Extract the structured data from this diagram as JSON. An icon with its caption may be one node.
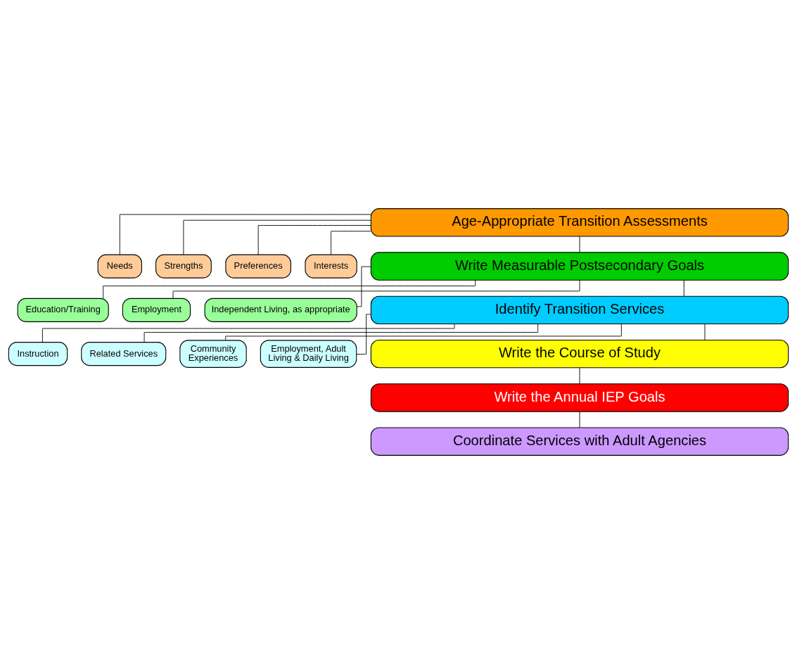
{
  "diagram": {
    "nodes": [
      {
        "text": [
          "Age-Appropriate Transition Assessments"
        ]
      },
      {
        "text": [
          "Needs"
        ]
      },
      {
        "text": [
          "Strengths"
        ]
      },
      {
        "text": [
          "Preferences"
        ]
      },
      {
        "text": [
          "Interests"
        ]
      },
      {
        "text": [
          "Write Measurable Postsecondary Goals"
        ]
      },
      {
        "text": [
          "Education/Training"
        ]
      },
      {
        "text": [
          "Employment"
        ]
      },
      {
        "text": [
          "Independent Living, as appropriate"
        ]
      },
      {
        "text": [
          "Identify Transition Services"
        ]
      },
      {
        "text": [
          "Instruction"
        ]
      },
      {
        "text": [
          "Related Services"
        ]
      },
      {
        "text": [
          "Community Experiences"
        ]
      },
      {
        "text": [
          "Employment, Adult Living & Daily Living"
        ]
      },
      {
        "text": [
          "Write the Course of Study"
        ]
      },
      {
        "text": [
          "Write the Annual IEP Goals"
        ]
      },
      {
        "text": [
          "Coordinate Services with Adult Agencies"
        ]
      }
    ],
    "edges": [
      {
        "from": 0,
        "to": 1,
        "arrow": "none"
      },
      {
        "from": 0,
        "to": 2,
        "arrow": "none"
      },
      {
        "from": 0,
        "to": 3,
        "arrow": "none"
      },
      {
        "from": 0,
        "to": 4,
        "arrow": "none"
      },
      {
        "from": 0,
        "to": 5,
        "arrow": "none"
      },
      {
        "from": 5,
        "to": 6,
        "arrow": "none"
      },
      {
        "from": 5,
        "to": 7,
        "arrow": "none"
      },
      {
        "from": 5,
        "to": 8,
        "arrow": "none"
      },
      {
        "from": 5,
        "to": 9,
        "arrow": "none"
      },
      {
        "from": 9,
        "to": 10,
        "arrow": "none"
      },
      {
        "from": 9,
        "to": 11,
        "arrow": "none"
      },
      {
        "from": 9,
        "to": 12,
        "arrow": "none"
      },
      {
        "from": 9,
        "to": 13,
        "arrow": "none"
      },
      {
        "from": 9,
        "to": 14,
        "arrow": "none"
      },
      {
        "from": 14,
        "to": 15,
        "arrow": "none"
      },
      {
        "from": 15,
        "to": 16,
        "arrow": "none"
      }
    ]
  }
}
